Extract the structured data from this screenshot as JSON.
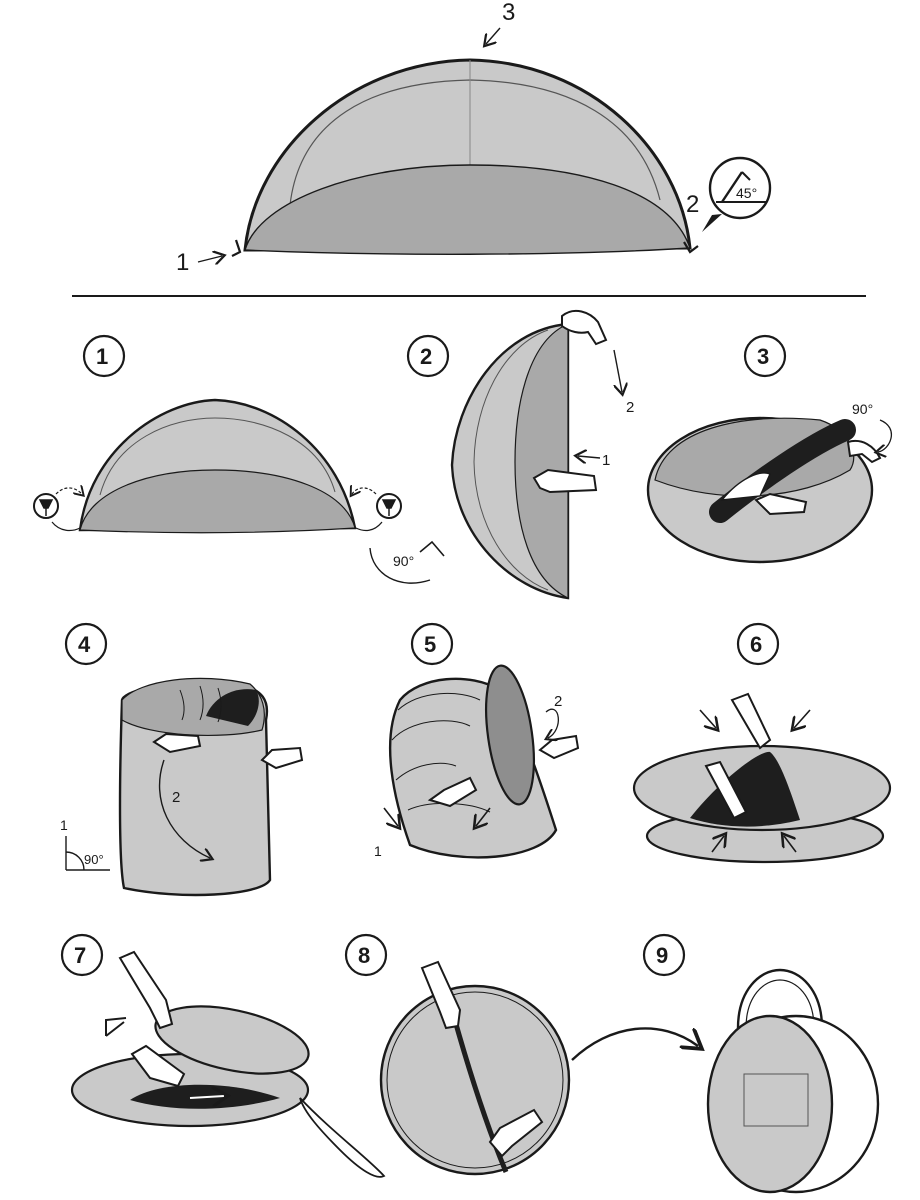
{
  "top": {
    "labels": [
      "1",
      "2",
      "3"
    ],
    "angle_label": "45°"
  },
  "steps": [
    {
      "num": "1",
      "angle_label": "90°"
    },
    {
      "num": "2",
      "labels": [
        "1",
        "2"
      ]
    },
    {
      "num": "3",
      "angle_label": "90°"
    },
    {
      "num": "4",
      "labels": [
        "1",
        "2"
      ],
      "angle_label": "90°"
    },
    {
      "num": "5",
      "labels": [
        "1",
        "2"
      ]
    },
    {
      "num": "6"
    },
    {
      "num": "7"
    },
    {
      "num": "8"
    },
    {
      "num": "9"
    }
  ],
  "colors": {
    "light_gray": "#c9c9c9",
    "mid_gray": "#a9a9a9",
    "dark_gray": "#8e8e8e",
    "ink": "#1a1a1a"
  }
}
